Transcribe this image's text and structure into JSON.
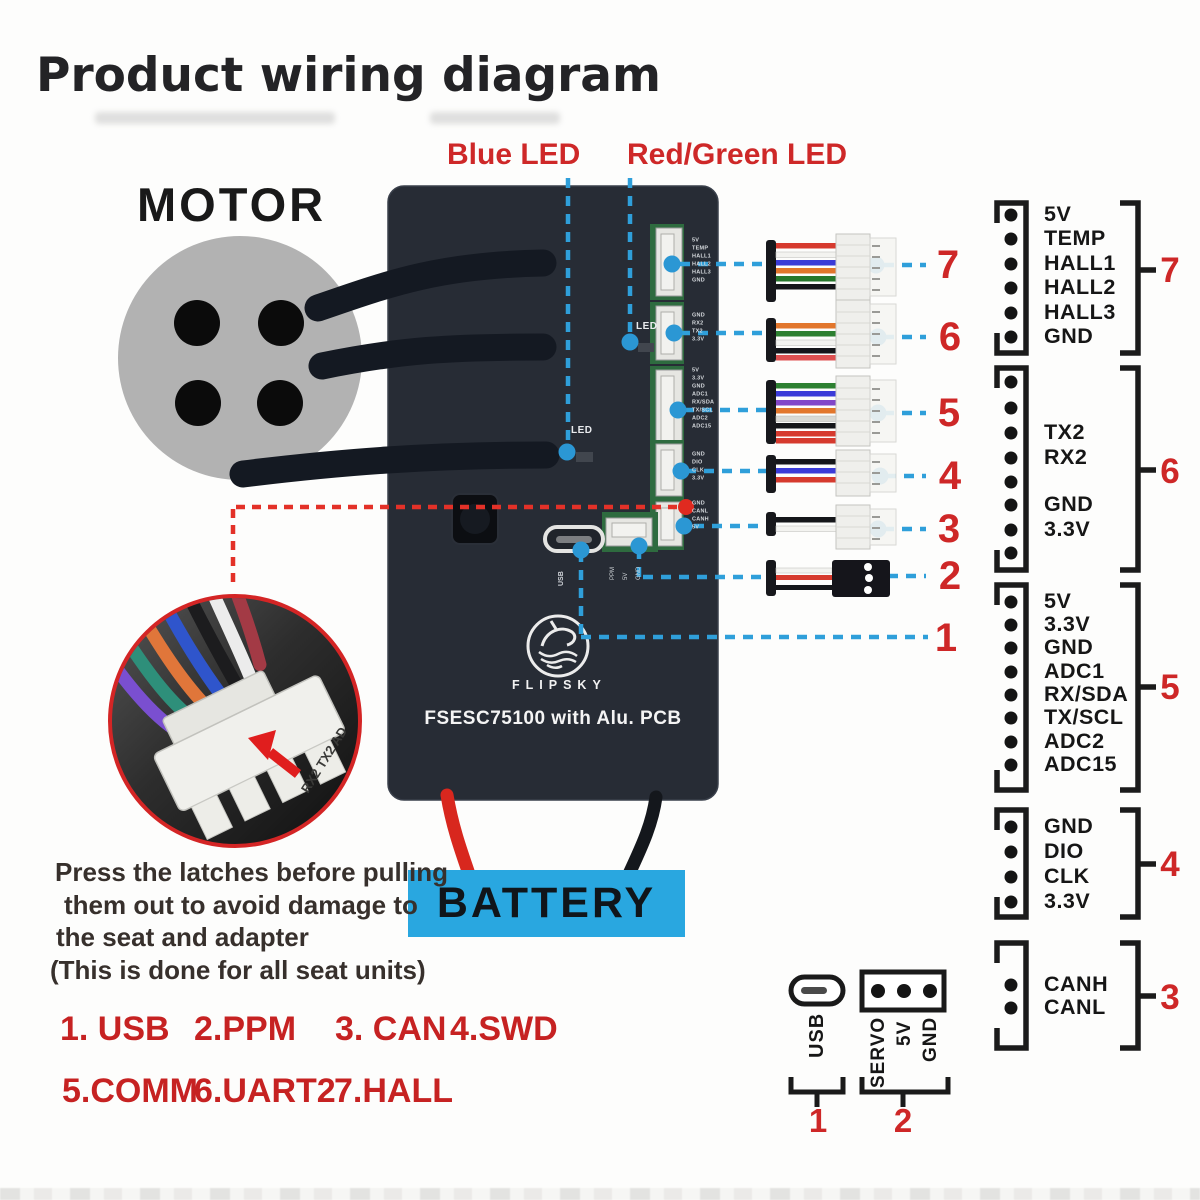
{
  "title": "Product wiring diagram",
  "motor_label": "MOTOR",
  "led_labels": {
    "blue": "Blue LED",
    "red_green": "Red/Green LED"
  },
  "battery_label": "BATTERY",
  "board": {
    "brand": "FLIPSKY",
    "model": "FSESC75100 with Alu. PCB",
    "led_marker_top": "LED",
    "led_marker_mid": "LED",
    "usb_port_label": "USB",
    "connector_silk": {
      "hall": [
        "5V",
        "TEMP",
        "HALL1",
        "HALL2",
        "HALL3",
        "GND"
      ],
      "uart2": [
        "GND",
        "RX2",
        "TX2",
        "3.3V"
      ],
      "comm": [
        "5V",
        "3.3V",
        "GND",
        "ADC1",
        "RX/SDA",
        "TX/SCL",
        "ADC2",
        "ADC15"
      ],
      "swd": [
        "GND",
        "DIO",
        "CLK",
        "3.3V"
      ],
      "can": [
        "GND",
        "CANL",
        "CANH",
        "5V"
      ],
      "ppm": [
        "PPM",
        "5V",
        "GND"
      ]
    }
  },
  "closeup_pcb_text": "RX2 TX2 AD",
  "note_lines": [
    "Press the latches before pulling",
    "them out to avoid damage to",
    "the seat and adapter",
    "(This is done for all seat units)"
  ],
  "legend": {
    "row1": [
      "1. USB",
      "2.PPM",
      "3. CAN",
      "4.SWD"
    ],
    "row2": [
      "5.COMM",
      "6.UART2",
      "7.HALL"
    ]
  },
  "wire_numbers": {
    "n7": "7",
    "n6": "6",
    "n5": "5",
    "n4": "4",
    "n3": "3",
    "n2": "2",
    "n1": "1"
  },
  "pinout_panels": [
    {
      "number": "7",
      "pins": [
        "5V",
        "TEMP",
        "HALL1",
        "HALL2",
        "HALL3",
        "GND"
      ]
    },
    {
      "number": "6",
      "pins": [
        "",
        "",
        "TX2",
        "RX2",
        "",
        "GND",
        "3.3V",
        ""
      ]
    },
    {
      "number": "5",
      "pins": [
        "5V",
        "3.3V",
        "GND",
        "ADC1",
        "RX/SDA",
        "TX/SCL",
        "ADC2",
        "ADC15"
      ]
    },
    {
      "number": "4",
      "pins": [
        "GND",
        "DIO",
        "CLK",
        "3.3V"
      ]
    },
    {
      "number": "3",
      "pins": [
        "CANH",
        "CANL"
      ]
    }
  ],
  "bottom_icons": {
    "usb_label": "USB",
    "usb_number": "1",
    "servo_labels": [
      "SERVO",
      "5V",
      "GND"
    ],
    "servo_number": "2"
  },
  "colors": {
    "accent_red": "#ce2727",
    "dash_blue": "#2f9fda",
    "battery_cyan": "#29a7e0",
    "board_dark": "#272c35",
    "motor_gray": "#b2b2b2"
  }
}
